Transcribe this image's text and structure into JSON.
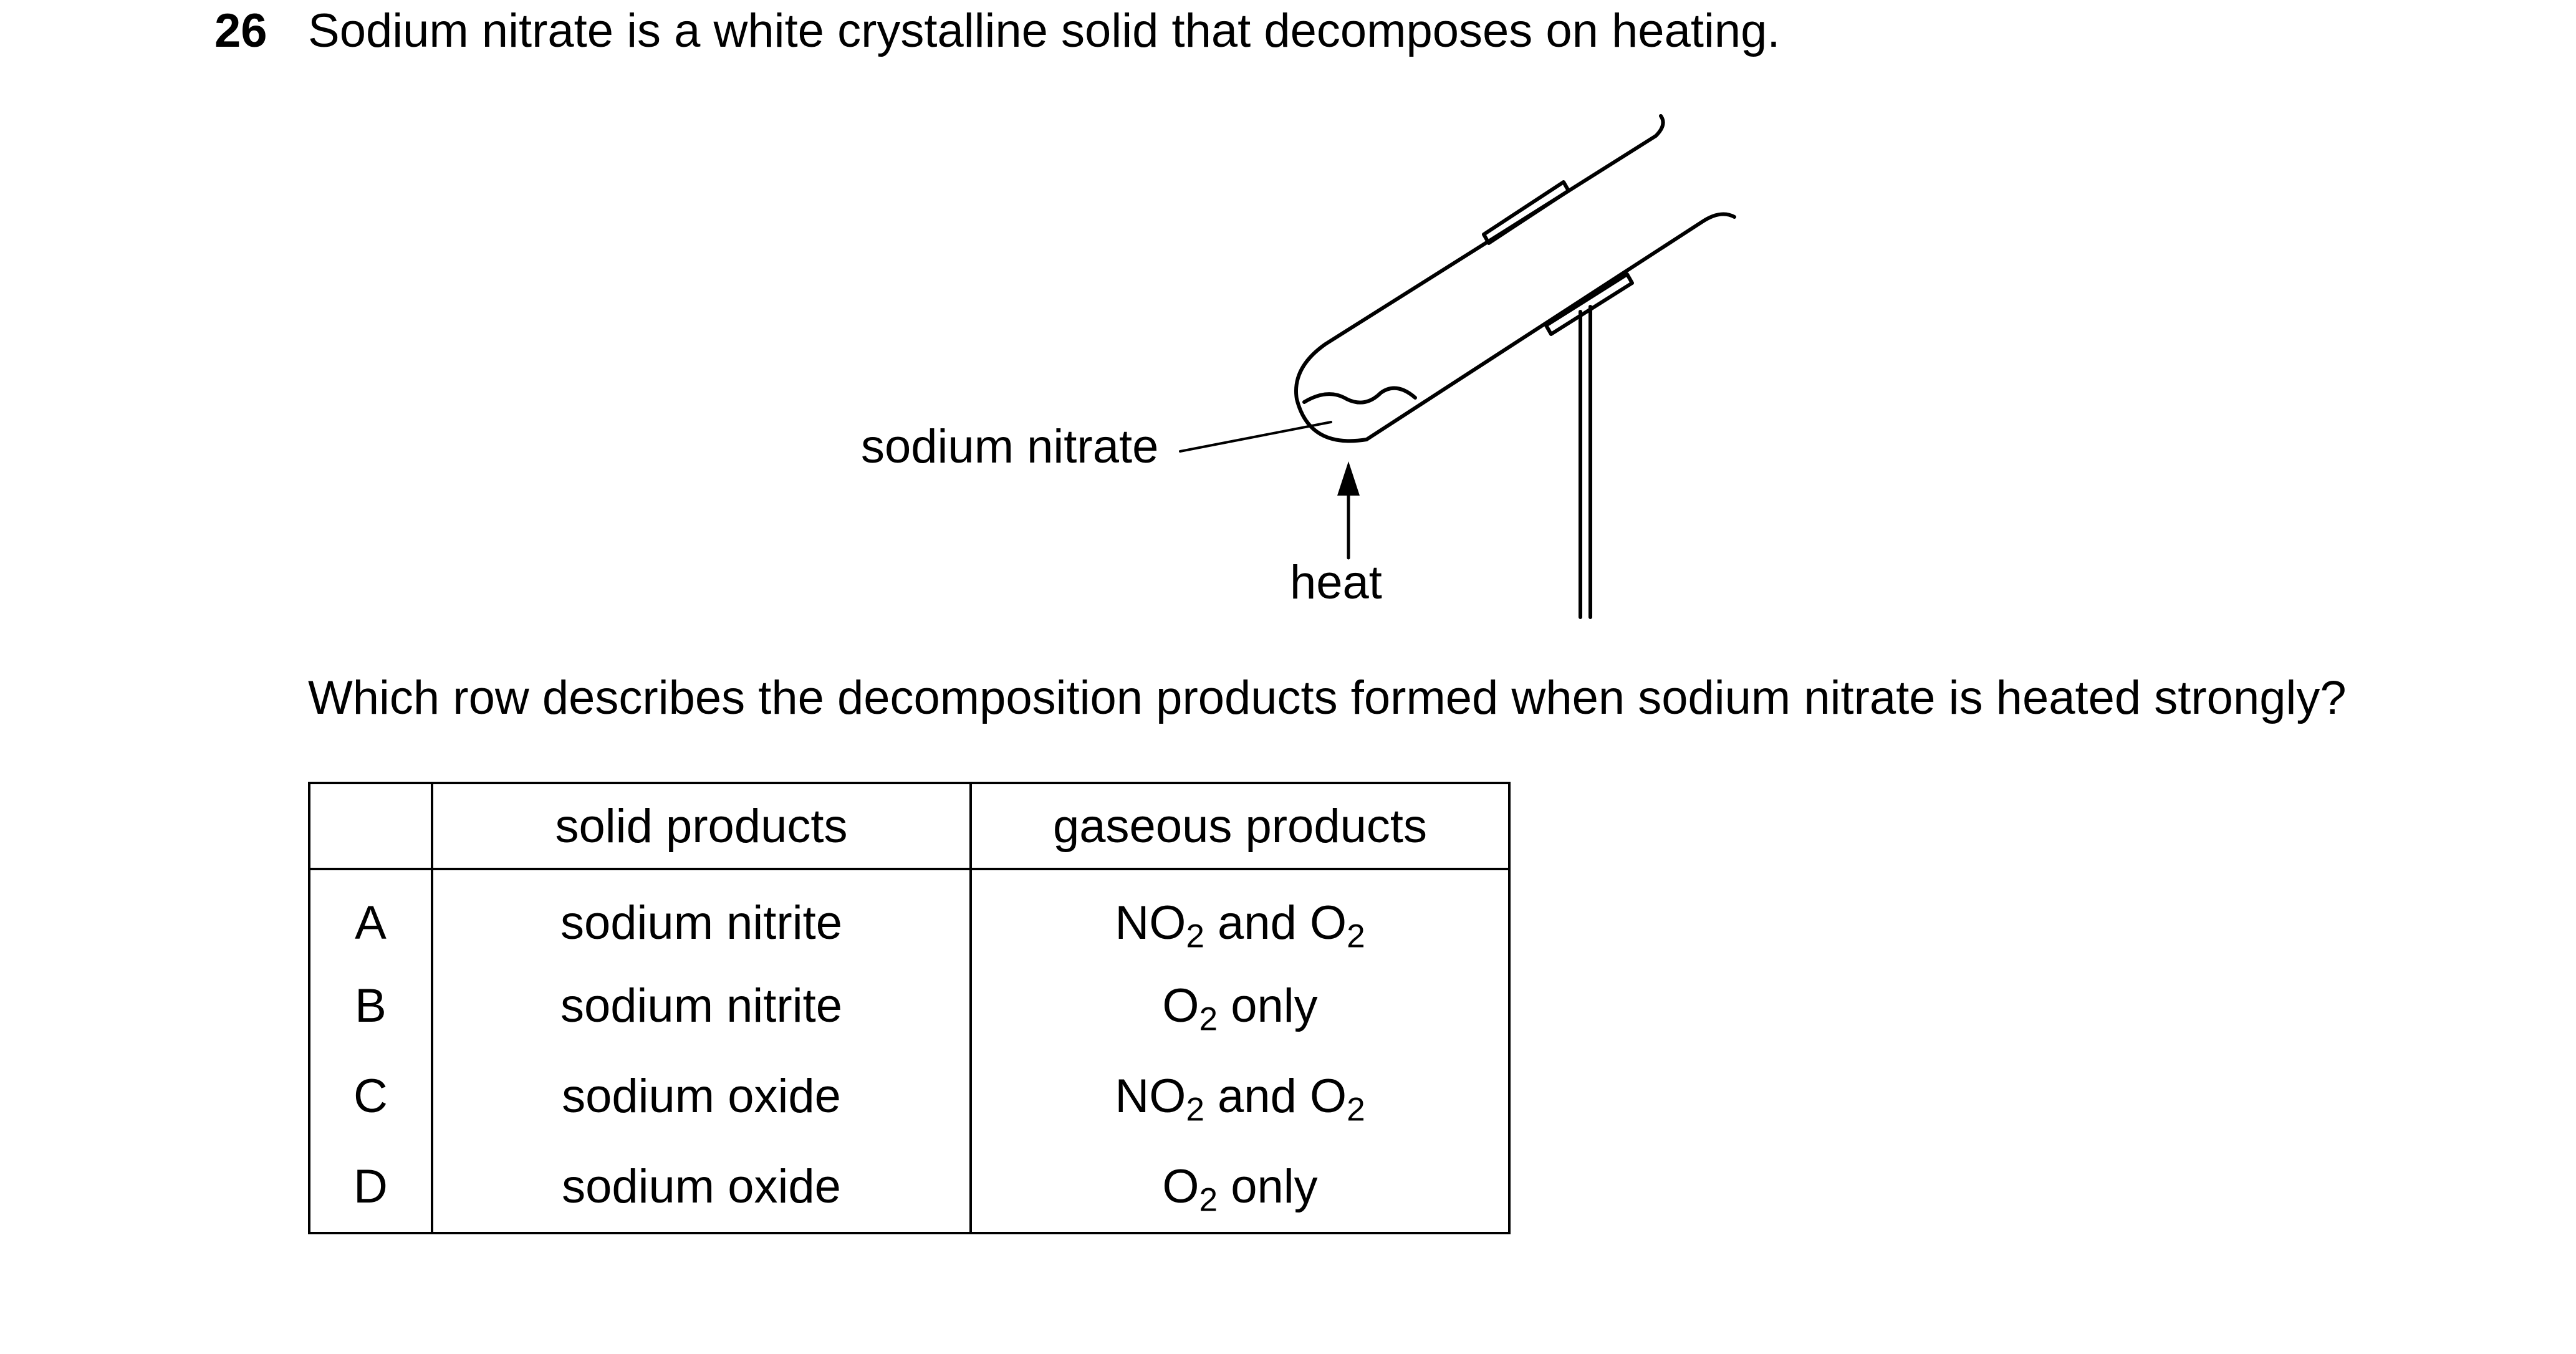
{
  "question": {
    "number": "26",
    "stem": "Sodium nitrate is a white crystalline solid that decomposes on heating.",
    "prompt": "Which row describes the decomposition products formed when sodium nitrate is heated strongly?"
  },
  "diagram": {
    "label_substance": "sodium nitrate",
    "label_heat": "heat"
  },
  "table": {
    "headers": [
      "",
      "solid products",
      "gaseous products"
    ],
    "rows": [
      {
        "key": "A",
        "solid": "sodium nitrite",
        "gas_parts": [
          "NO",
          "2",
          " and O",
          "2",
          ""
        ]
      },
      {
        "key": "B",
        "solid": "sodium nitrite",
        "gas_parts": [
          "O",
          "2",
          " only"
        ]
      },
      {
        "key": "C",
        "solid": "sodium oxide",
        "gas_parts": [
          "NO",
          "2",
          " and O",
          "2",
          ""
        ]
      },
      {
        "key": "D",
        "solid": "sodium oxide",
        "gas_parts": [
          "O",
          "2",
          " only"
        ]
      }
    ]
  }
}
